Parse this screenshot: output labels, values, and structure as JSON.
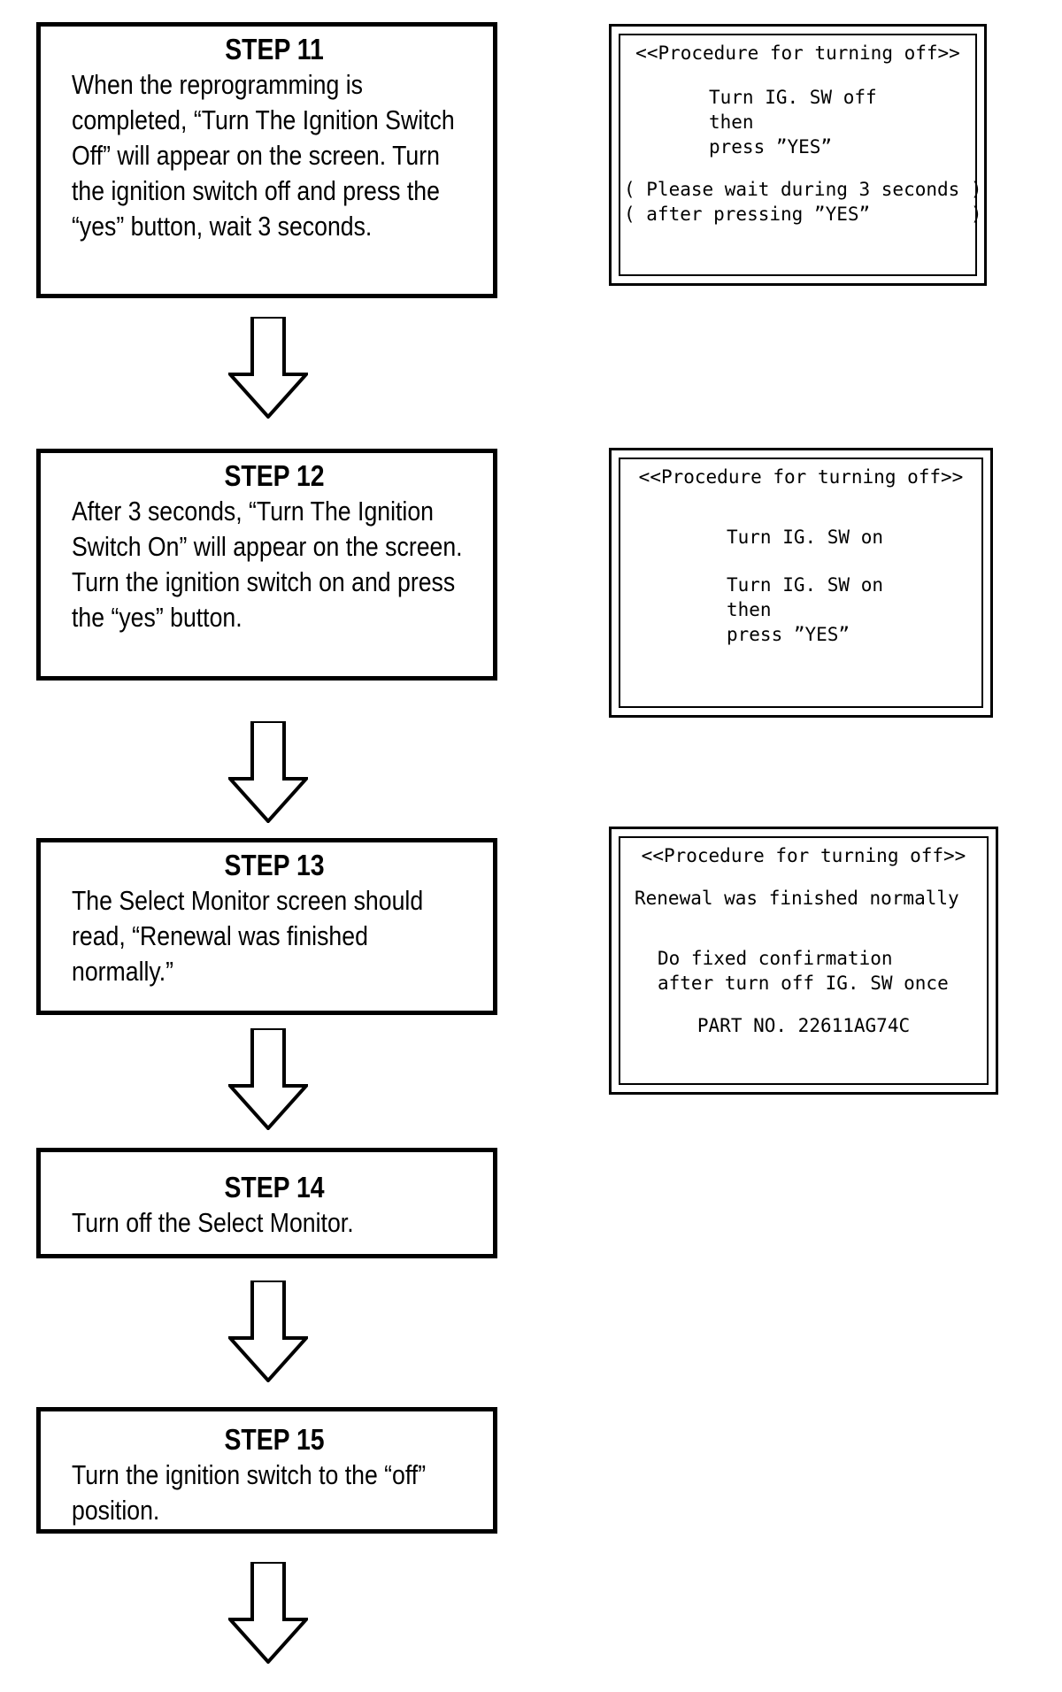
{
  "steps": [
    {
      "title": "STEP 11",
      "text": "When the reprogramming is completed, “Turn The Ignition Switch Off” will appear on the screen. Turn the ignition switch off and press the “yes” button, wait 3 seconds."
    },
    {
      "title": "STEP 12",
      "text": "After 3 seconds, “Turn The Ignition Switch On” will appear on the screen. Turn the ignition switch on and press the “yes” button."
    },
    {
      "title": "STEP 13",
      "text": "The Select Monitor screen should read, “Renewal was finished normally.”"
    },
    {
      "title": "STEP 14",
      "text": "Turn off the Select Monitor."
    },
    {
      "title": "STEP 15",
      "text": "Turn the ignition switch to the “off” position."
    }
  ],
  "screens": [
    {
      "heading": "<<Procedure for turning off>>",
      "lines": [
        "Turn IG. SW off",
        "then",
        "press ”YES”",
        "( Please wait during 3 seconds )",
        "( after pressing ”YES”         )"
      ]
    },
    {
      "heading": "<<Procedure for turning off>>",
      "lines": [
        "Turn IG. SW on",
        "Turn IG. SW on",
        "then",
        "press ”YES”"
      ]
    },
    {
      "heading": "<<Procedure for turning off>>",
      "lines": [
        "Renewal was finished normally",
        "Do fixed confirmation",
        "after turn off IG. SW once",
        "PART NO. 22611AG74C"
      ]
    }
  ]
}
